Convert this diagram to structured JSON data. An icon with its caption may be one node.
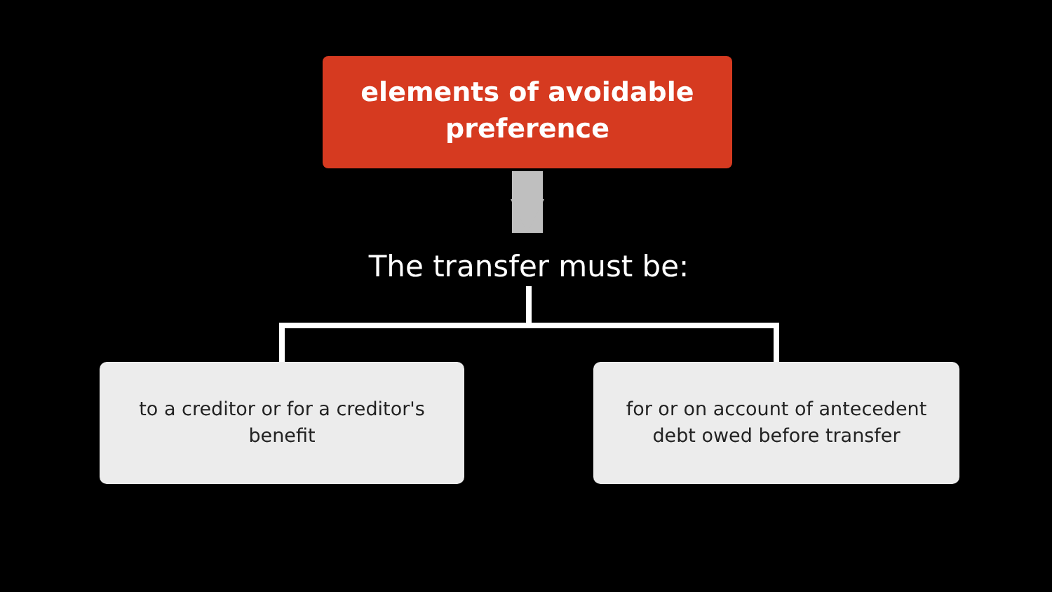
{
  "diagram": {
    "nodes": [
      {
        "text": [
          "elements of avoidable preference"
        ]
      },
      {
        "text": [
          "The transfer must be:"
        ]
      },
      {
        "text": [
          "to a creditor or for a creditor's benefit"
        ]
      },
      {
        "text": [
          "for or on account of antecedent debt owed before transfer"
        ]
      }
    ],
    "edges": [
      {
        "from": 0,
        "to": 1,
        "arrow": "to",
        "style": "thick",
        "color": "#bfbfbf"
      },
      {
        "from": 1,
        "to": 2,
        "arrow": "none"
      },
      {
        "from": 1,
        "to": 3,
        "arrow": "none"
      }
    ]
  }
}
